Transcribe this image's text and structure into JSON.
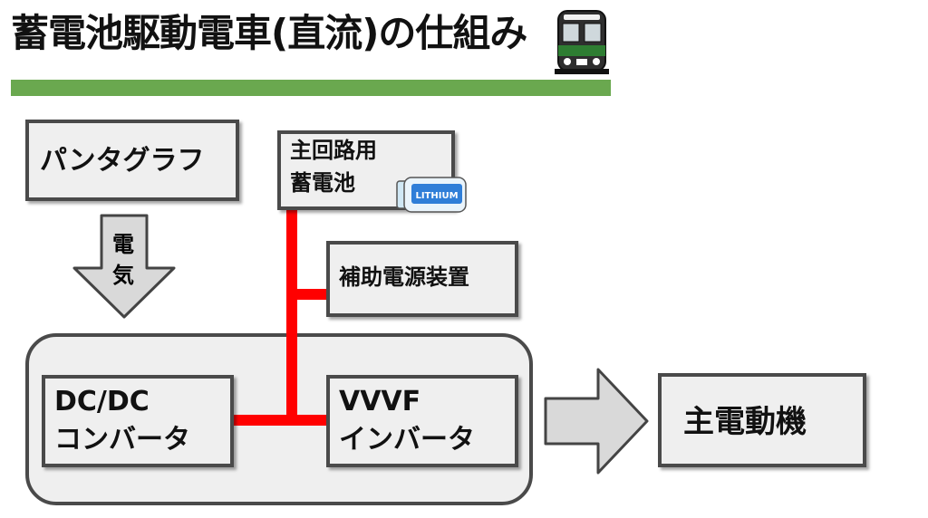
{
  "title": "蓄電池駆動電車(直流)の仕組み",
  "nodes": {
    "pantograph": "パンタグラフ",
    "battery_line1": "主回路用",
    "battery_line2": "蓄電池",
    "battery_badge": "LITHIUM",
    "aux": "補助電源装置",
    "dcdc_line1": "DC/DC",
    "dcdc_line2": "コンバータ",
    "vvvf_line1": "VVVF",
    "vvvf_line2": "インバータ",
    "motor": "主電動機"
  },
  "arrows": {
    "down_label_1": "電",
    "down_label_2": "気"
  },
  "colors": {
    "accent_bar": "#6aa84f",
    "wire": "#ff0000",
    "box_fill": "#efefef",
    "box_border": "#4a4a4a",
    "arrow_fill": "#d9d9d9"
  },
  "icons": [
    "train-icon",
    "battery-icon"
  ]
}
